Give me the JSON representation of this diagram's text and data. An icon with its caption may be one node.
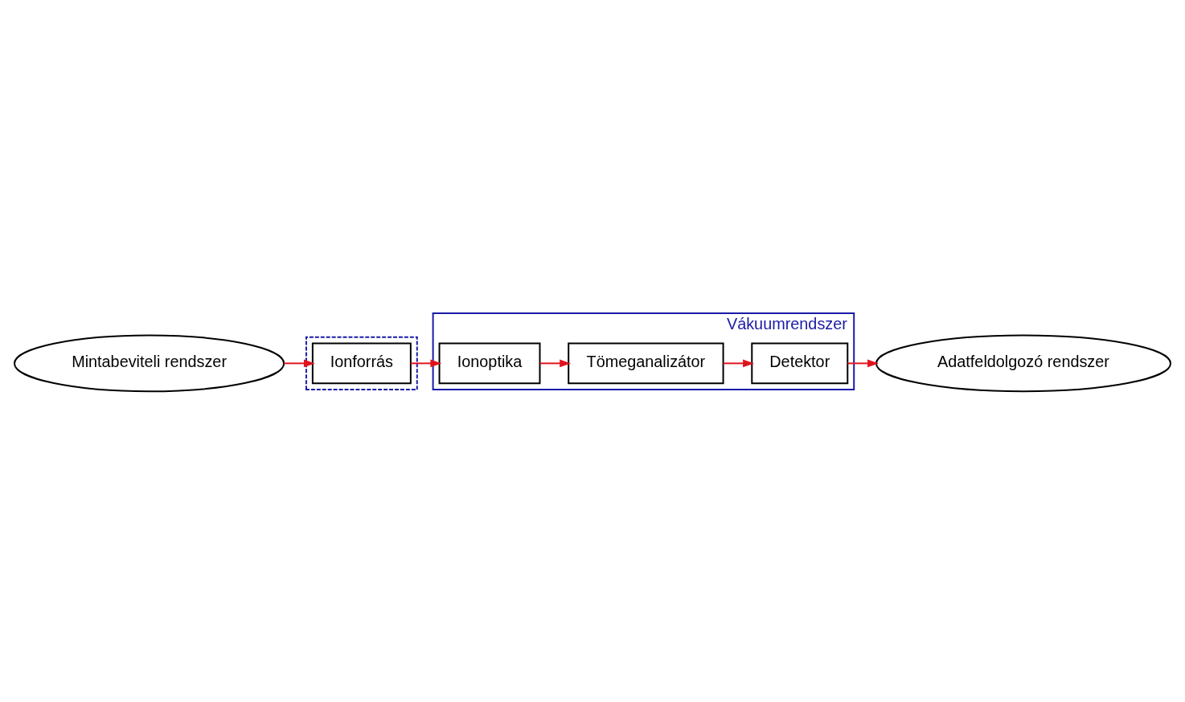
{
  "diagram": {
    "nodes": [
      {
        "text": [
          "Mintabeviteli rendszer"
        ]
      },
      {
        "text": [],
        "shape": "box"
      },
      {
        "text": [
          "Ionforrás"
        ],
        "in": 1
      },
      {
        "text": [
          "Vákuumrendszer"
        ]
      },
      {
        "text": [
          "Ionoptika"
        ],
        "in": 3
      },
      {
        "text": [
          "Tömeganalizátor"
        ],
        "in": 3
      },
      {
        "text": [
          "Detektor"
        ],
        "in": 3
      },
      {
        "text": [
          "Adatfeldolgozó rendszer"
        ]
      }
    ],
    "edges": [
      {
        "from": 0,
        "to": 2,
        "arrow": "to"
      },
      {
        "from": 2,
        "to": 4,
        "arrow": "to"
      },
      {
        "from": 4,
        "to": 5,
        "arrow": "to"
      },
      {
        "from": 5,
        "to": 6,
        "arrow": "to"
      },
      {
        "from": 6,
        "to": 7,
        "arrow": "to"
      }
    ]
  }
}
